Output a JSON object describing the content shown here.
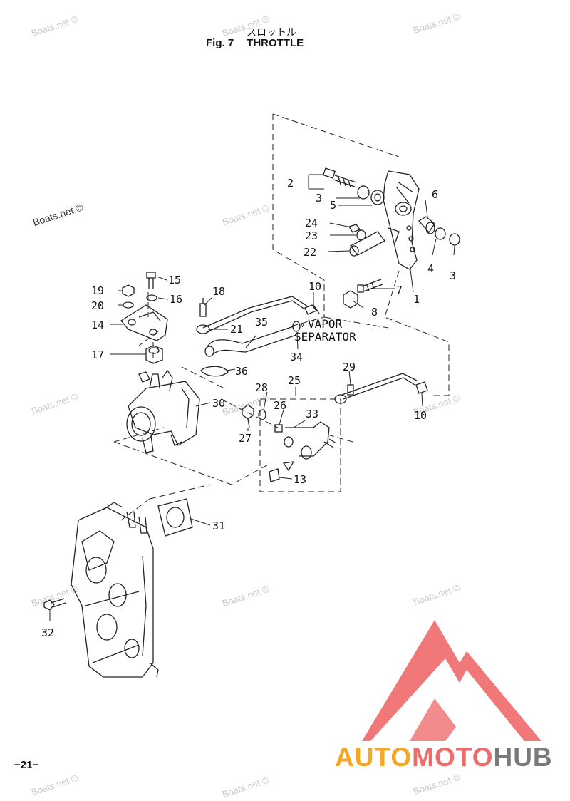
{
  "header": {
    "title_jp": "スロットル",
    "fig_label": "Fig. 7",
    "fig_title": "THROTTLE"
  },
  "watermark": "Boats.net ©",
  "page_number": "−21−",
  "brand": {
    "part1": "AUTO",
    "part2": "MOTO",
    "part3": "HUB",
    "colors": {
      "auto": "#f5a623",
      "moto": "#ef6a6a",
      "hub": "#7a7a7a",
      "logo": "#ef6a6a"
    }
  },
  "callouts": {
    "c1": "1",
    "c2": "2",
    "c3a": "3",
    "c3b": "3",
    "c4": "4",
    "c5": "5",
    "c6": "6",
    "c7": "7",
    "c8": "8",
    "c10a": "10",
    "c10b": "10",
    "c13": "13",
    "c14": "14",
    "c15": "15",
    "c16": "16",
    "c17": "17",
    "c18": "18",
    "c19": "19",
    "c20": "20",
    "c21": "21",
    "c22": "22",
    "c23": "23",
    "c24": "24",
    "c25": "25",
    "c26": "26",
    "c27": "27",
    "c28": "28",
    "c29": "29",
    "c30": "30",
    "c31": "31",
    "c32": "32",
    "c33": "33",
    "c34": "34",
    "c35": "35",
    "c36": "36"
  },
  "labels": {
    "vapor": "VAPOR",
    "separator": "SEPARATOR"
  }
}
